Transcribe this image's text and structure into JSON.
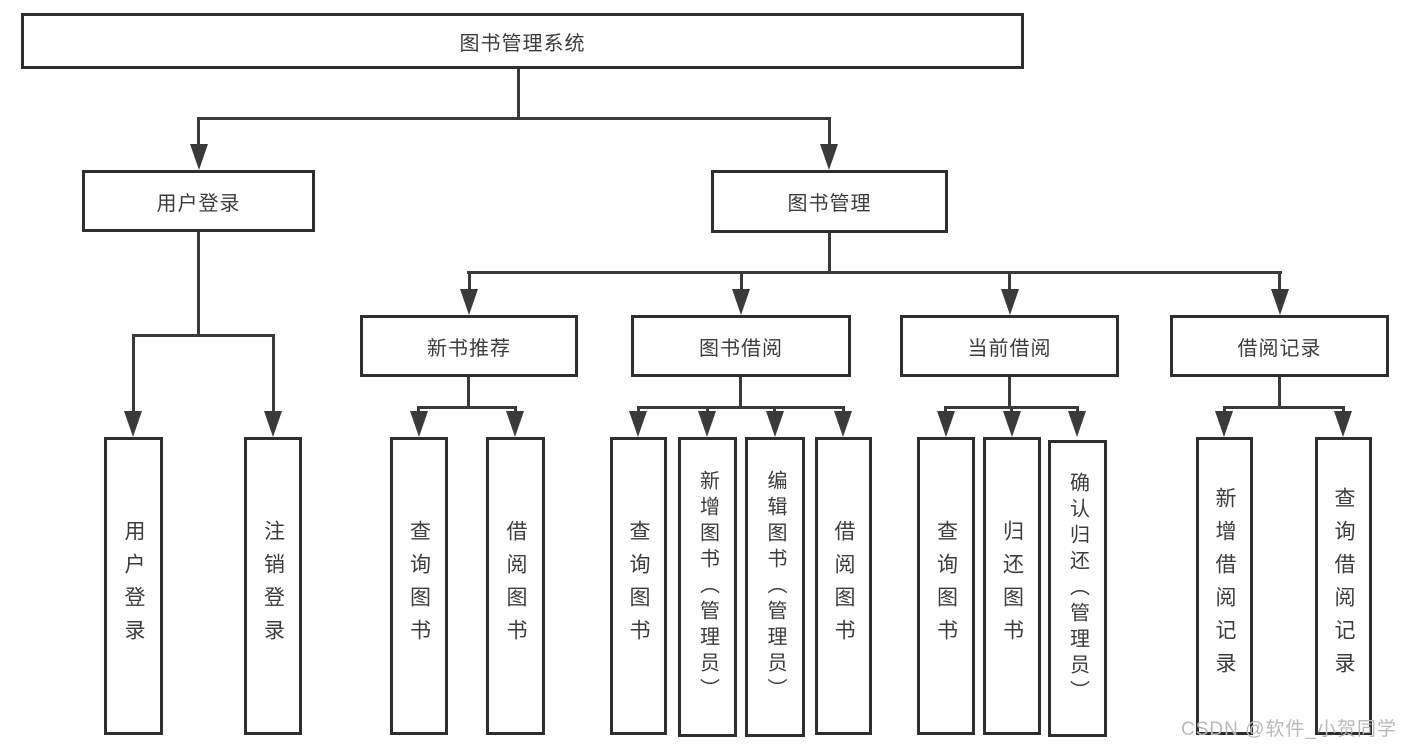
{
  "watermark": "CSDN @软件_小贺同学",
  "colors": {
    "line": "#3a3a3a",
    "border": "#2e2e2e",
    "text": "#3c3c3c",
    "watermark": "#b9b9b9"
  },
  "tree": {
    "label": "图书管理系统",
    "children": [
      {
        "label": "用户登录",
        "children": [
          {
            "label": "用户登录"
          },
          {
            "label": "注销登录"
          }
        ]
      },
      {
        "label": "图书管理",
        "children": [
          {
            "label": "新书推荐",
            "children": [
              {
                "label": "查询图书"
              },
              {
                "label": "借阅图书"
              }
            ]
          },
          {
            "label": "图书借阅",
            "children": [
              {
                "label": "查询图书"
              },
              {
                "label": "新增图书（管理员）"
              },
              {
                "label": "编辑图书（管理员）"
              },
              {
                "label": "借阅图书"
              }
            ]
          },
          {
            "label": "当前借阅",
            "children": [
              {
                "label": "查询图书"
              },
              {
                "label": "归还图书"
              },
              {
                "label": "确认归还（管理员）"
              }
            ]
          },
          {
            "label": "借阅记录",
            "children": [
              {
                "label": "新增借阅记录"
              },
              {
                "label": "查询借阅记录"
              }
            ]
          }
        ]
      }
    ]
  }
}
